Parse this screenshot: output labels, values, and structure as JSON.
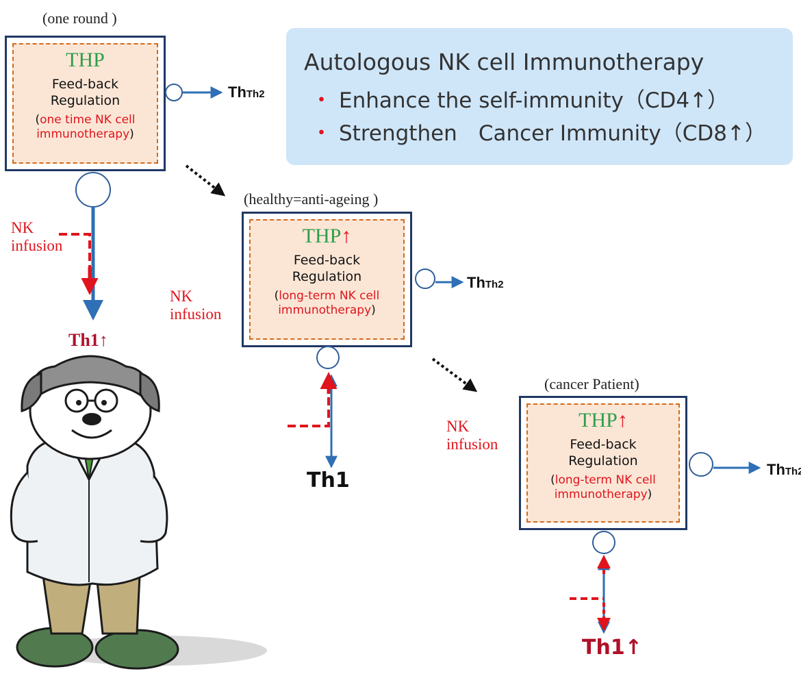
{
  "info_box": {
    "title": "Autologous NK cell Immunotherapy",
    "bullets": [
      {
        "text": "Enhance the self-immunity（CD4↑）"
      },
      {
        "text": "Strengthen　Cancer Immunity（CD8↑）"
      }
    ]
  },
  "panels": [
    {
      "caption": "(one round )",
      "thp": "THP",
      "thp_arrow": "",
      "feedback": [
        "Feed-back",
        "Regulation"
      ],
      "therapy_open": "(",
      "therapy": [
        "one time NK cell",
        "immunotherapy"
      ],
      "therapy_close": ")",
      "th2": "Th2",
      "nk": [
        "NK",
        "infusion"
      ],
      "th1": "Th1↑"
    },
    {
      "caption": "(healthy=anti-ageing )",
      "thp": "THP",
      "thp_arrow": "↑",
      "feedback": [
        "Feed-back",
        "Regulation"
      ],
      "therapy_open": "(",
      "therapy": [
        "long-term NK cell",
        "immunotherapy"
      ],
      "therapy_close": ")",
      "th2": "Th2",
      "nk": [
        "NK",
        "infusion"
      ],
      "th1": "Th1"
    },
    {
      "caption": "(cancer Patient)",
      "thp": "THP",
      "thp_arrow": "↑",
      "feedback": [
        "Feed-back",
        "Regulation"
      ],
      "therapy_open": "(",
      "therapy": [
        "long-term NK cell",
        "immunotherapy"
      ],
      "therapy_close": ")",
      "th2": "Th2",
      "nk": [
        "NK",
        "infusion"
      ],
      "th1": "Th1↑"
    }
  ],
  "colors": {
    "box_border": "#1f3864",
    "inner_fill": "#fbe6d6",
    "inner_dash": "#d46a1a",
    "thp_green": "#2e9e4a",
    "red": "#e0141c",
    "blue_arrow": "#2e6fb5",
    "info_fill": "#cfe6f9"
  },
  "mascot": {
    "icon": "doctor-dog-mascot-icon"
  }
}
